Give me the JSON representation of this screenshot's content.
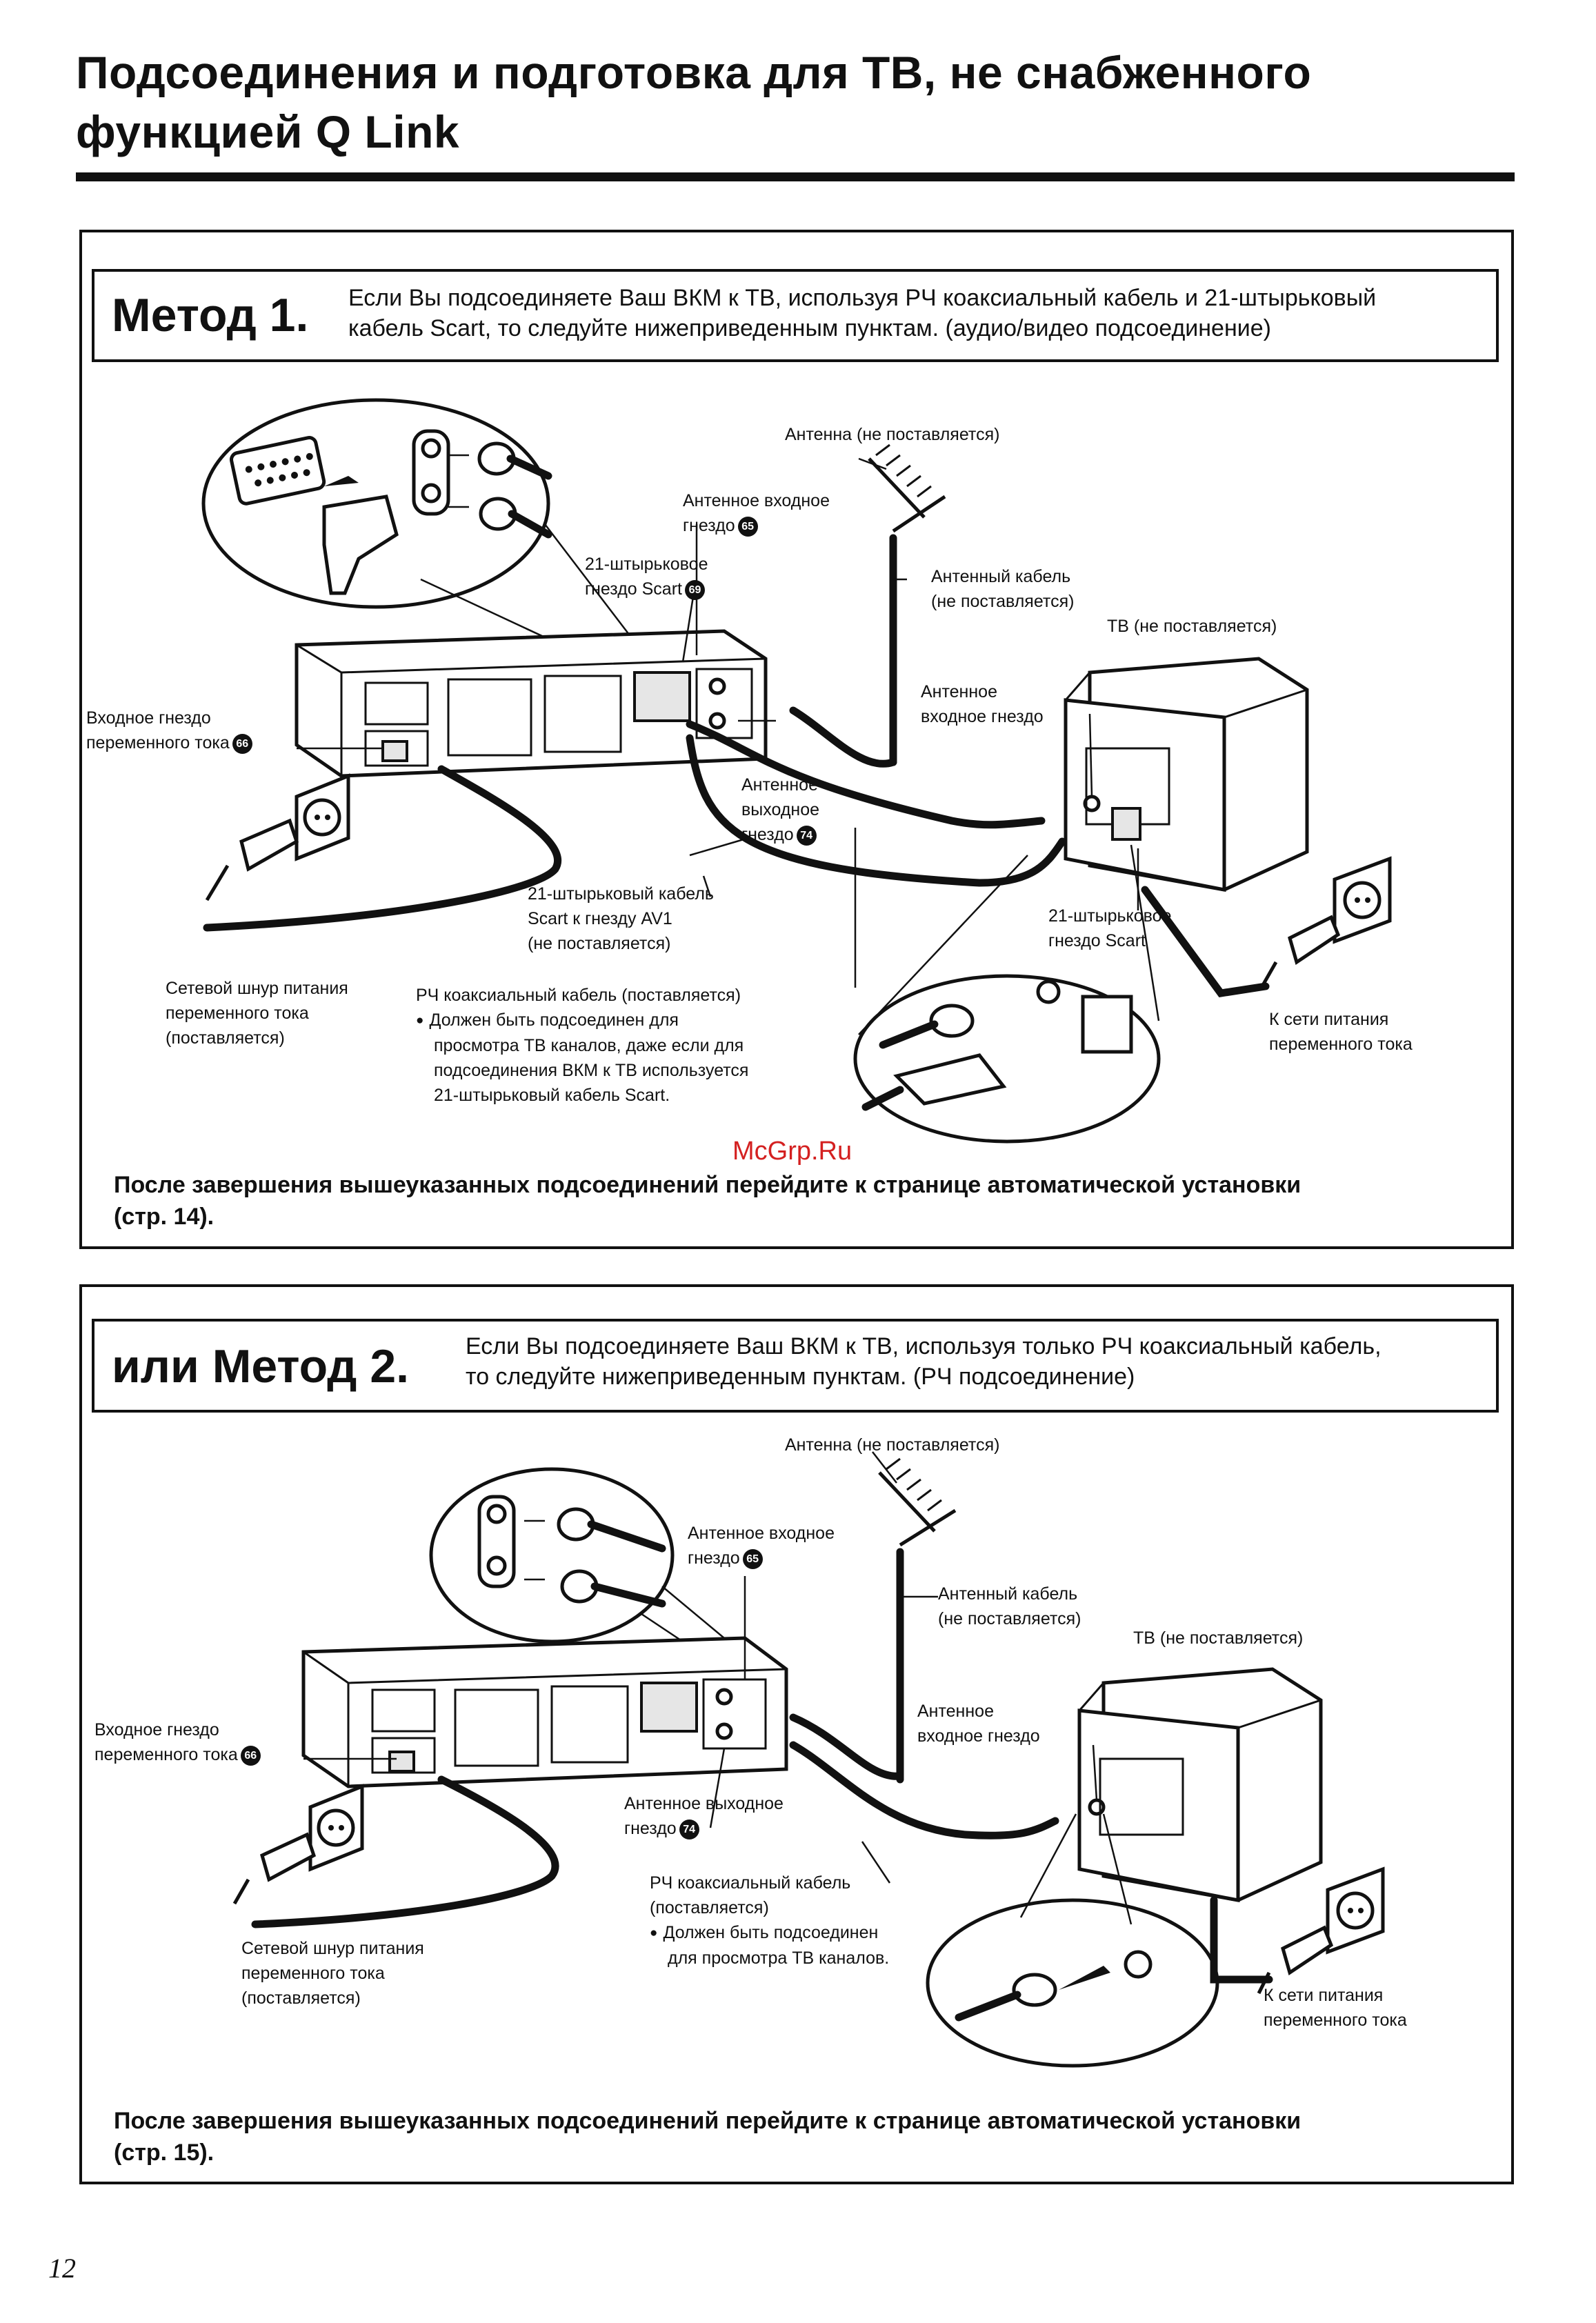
{
  "page": {
    "title_line1": "Подсоединения и подготовка для ТВ, не снабженного",
    "title_line2": "функцией Q Link",
    "page_number": "12",
    "watermark": "McGrp.Ru"
  },
  "method1": {
    "heading": "Метод 1.",
    "desc_line1": "Если Вы подсоединяете Ваш ВКМ к ТВ, используя РЧ коаксиальный кабель и 21-штырьковый",
    "desc_line2": "кабель Scart, то следуйте нижеприведенным пунктам. (аудио/видео подсоединение)",
    "labels": {
      "antenna": "Антенна (не поставляется)",
      "ant_in_l1": "Антенное входное",
      "ant_in_l2": "гнездо",
      "ant_in_num": "65",
      "scart_l1": "21-штырьковое",
      "scart_l2": "гнездо Scart",
      "scart_num": "69",
      "ant_cable_l1": "Антенный кабель",
      "ant_cable_l2": "(не поставляется)",
      "tv": "ТВ (не поставляется)",
      "tv_ant_in_l1": "Антенное",
      "tv_ant_in_l2": "входное гнездо",
      "ac_in_l1": "Входное гнездо",
      "ac_in_l2": "переменного тока",
      "ac_in_num": "66",
      "ant_out_l1": "Антенное",
      "ant_out_l2": "выходное",
      "ant_out_l3": "гнездо",
      "ant_out_num": "74",
      "scart_cable_l1": "21-штырьковый кабель",
      "scart_cable_l2": "Scart к гнезду AV1",
      "scart_cable_l3": "(не поставляется)",
      "tv_scart_l1": "21-штырьковое",
      "tv_scart_l2": "гнездо Scart",
      "power_l1": "Сетевой шнур питания",
      "power_l2": "переменного тока",
      "power_l3": "(поставляется)",
      "rf_l1": "РЧ коаксиальный кабель (поставляется)",
      "rf_l2": "Должен быть подсоединен для",
      "rf_l3": "просмотра ТВ каналов, даже если для",
      "rf_l4": "подсоединения ВКМ к ТВ используется",
      "rf_l5": "21-штырьковый кабель Scart.",
      "mains_l1": "К сети питания",
      "mains_l2": "переменного тока"
    },
    "footer_line1": "После завершения вышеуказанных подсоединений перейдите к странице автоматической установки",
    "footer_line2": "(стр. 14)."
  },
  "method2": {
    "heading": "или Метод 2.",
    "desc_line1": "Если Вы подсоединяете Ваш ВКМ к ТВ, используя только РЧ коаксиальный кабель,",
    "desc_line2": "то следуйте нижеприведенным пунктам. (РЧ подсоединение)",
    "labels": {
      "antenna": "Антенна (не поставляется)",
      "ant_in_l1": "Антенное входное",
      "ant_in_l2": "гнездо",
      "ant_in_num": "65",
      "ant_cable_l1": "Антенный кабель",
      "ant_cable_l2": "(не поставляется)",
      "tv": "ТВ (не поставляется)",
      "tv_ant_in_l1": "Антенное",
      "tv_ant_in_l2": "входное гнездо",
      "ac_in_l1": "Входное гнездо",
      "ac_in_l2": "переменного тока",
      "ac_in_num": "66",
      "ant_out_l1": "Антенное выходное",
      "ant_out_l2": "гнездо",
      "ant_out_num": "74",
      "rf_l1": "РЧ коаксиальный кабель",
      "rf_l2": "(поставляется)",
      "rf_l3": "Должен быть подсоединен",
      "rf_l4": "для просмотра ТВ каналов.",
      "power_l1": "Сетевой шнур питания",
      "power_l2": "переменного тока",
      "power_l3": "(поставляется)",
      "mains_l1": "К сети питания",
      "mains_l2": "переменного тока"
    },
    "footer_line1": "После завершения вышеуказанных подсоединений перейдите к странице автоматической установки",
    "footer_line2": "(стр. 15)."
  }
}
